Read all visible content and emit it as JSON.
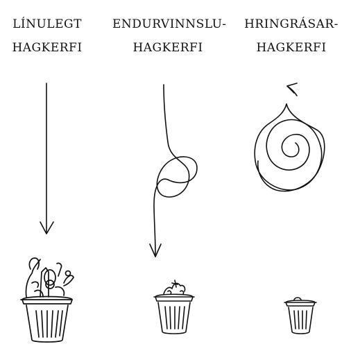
{
  "columns": [
    {
      "title_line1": "LÍNULEGT",
      "title_line2": "HAGKERFI",
      "path_type": "straight-arrow",
      "bin_icon": "overflowing-trash-bin-icon"
    },
    {
      "title_line1": "ENDURVINNSLU-",
      "title_line2": "HAGKERFI",
      "path_type": "looped-arrow",
      "bin_icon": "half-full-trash-bin-icon"
    },
    {
      "title_line1": "HRINGRÁSAR-",
      "title_line2": "HAGKERFI",
      "path_type": "spiral-arrow",
      "bin_icon": "small-trash-bin-icon"
    }
  ],
  "colors": {
    "ink": "#111111",
    "background": "#ffffff"
  }
}
